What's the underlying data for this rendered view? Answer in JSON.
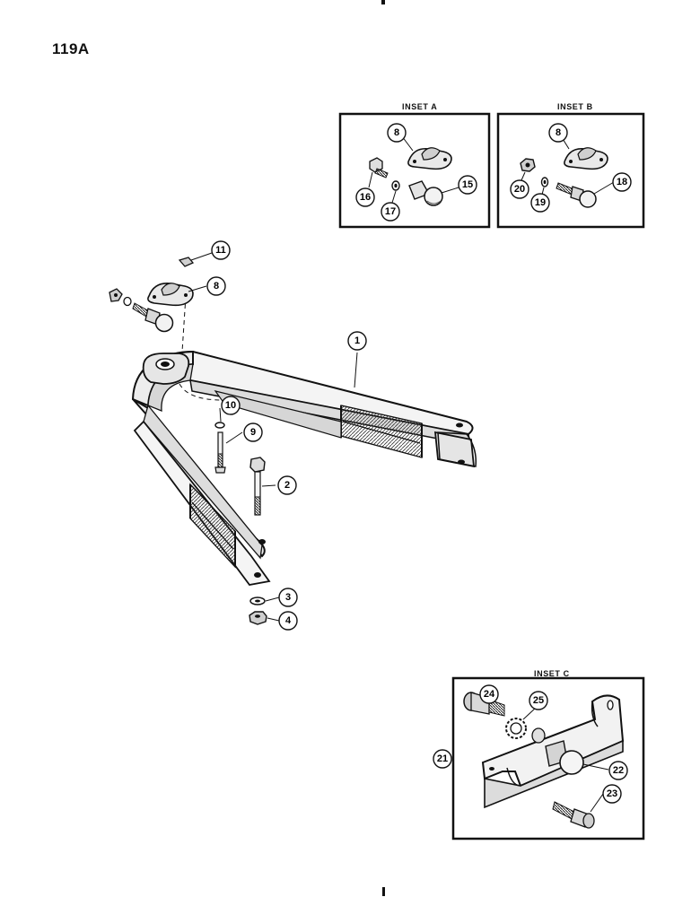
{
  "page": {
    "number": "119A"
  },
  "insets": [
    {
      "id": "A",
      "title": "INSET A"
    },
    {
      "id": "B",
      "title": "INSET B"
    },
    {
      "id": "C",
      "title": "INSET C"
    }
  ],
  "callouts": {
    "c1": "1",
    "c2": "2",
    "c3": "3",
    "c4": "4",
    "c8": "8",
    "c9": "9",
    "c10": "10",
    "c11": "11",
    "a8": "8",
    "a15": "15",
    "a16": "16",
    "a17": "17",
    "b8": "8",
    "b18": "18",
    "b19": "19",
    "b20": "20",
    "c21": "21",
    "c22": "22",
    "c23": "23",
    "c24": "24",
    "c25": "25"
  }
}
